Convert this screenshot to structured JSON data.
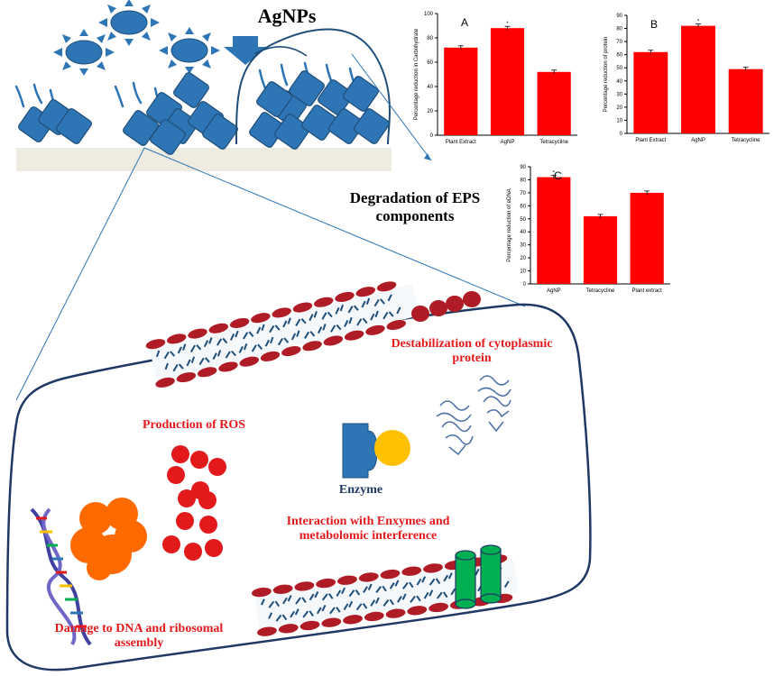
{
  "labels": {
    "agnps": "AgNPs",
    "degradation": "Degradation of EPS components",
    "destabilization": "Destabilization of cytoplasmic protein",
    "ros": "Production of ROS",
    "enzyme": "Enzyme",
    "interaction": "Interaction with Enxymes and metabolomic interference",
    "damage": "Damage to DNA and ribosomal assembly"
  },
  "colors": {
    "title_text": "#000000",
    "effect_text": "#e31a1c",
    "bar_fill": "#ff0000",
    "biofilm_blue": "#2e75b6",
    "cell_outline": "#1f3864",
    "membrane_red": "#b01c25",
    "ros_red": "#e31a1c",
    "ribosome_orange": "#ff6a00",
    "enzyme_yellow": "#ffc000",
    "channel_green": "#00b050",
    "substrate_beige": "#eeece1"
  },
  "icons": [
    "silver-nanoparticle-icon",
    "down-arrow-icon",
    "biofilm-icon",
    "membrane-icon",
    "protein-structure-icon",
    "enzyme-icon",
    "ros-droplet-icon",
    "ribosome-icon",
    "dna-helix-icon",
    "channel-protein-icon"
  ],
  "chart_data": [
    {
      "type": "bar",
      "panel": "A",
      "categories": [
        "Plant Extract",
        "AgNP",
        "Tetracycline"
      ],
      "values": [
        72,
        88,
        52
      ],
      "ylabel": "Percentage reduction  in Carbohydrate",
      "ylim": [
        0,
        100
      ],
      "yticks": [
        0,
        20,
        40,
        60,
        80,
        100
      ],
      "error_bars": true,
      "significance_marker_on": "AgNP"
    },
    {
      "type": "bar",
      "panel": "B",
      "categories": [
        "Plant Extract",
        "AgNP",
        "Tetracycline"
      ],
      "values": [
        62,
        82,
        49
      ],
      "ylabel": "Percentage reduction of protein",
      "ylim": [
        0,
        90
      ],
      "yticks": [
        0,
        10,
        20,
        30,
        40,
        50,
        60,
        70,
        80,
        90
      ],
      "error_bars": true,
      "significance_marker_on": "AgNP"
    },
    {
      "type": "bar",
      "panel": "C",
      "categories": [
        "AgNP",
        "Tetracycline",
        "Plant extract"
      ],
      "values": [
        82,
        52,
        70
      ],
      "ylabel": "Percentage reduction of eDNA",
      "ylim": [
        0,
        90
      ],
      "yticks": [
        0,
        10,
        20,
        30,
        40,
        50,
        60,
        70,
        80,
        90
      ],
      "error_bars": true,
      "significance_marker_on": "AgNP"
    }
  ]
}
